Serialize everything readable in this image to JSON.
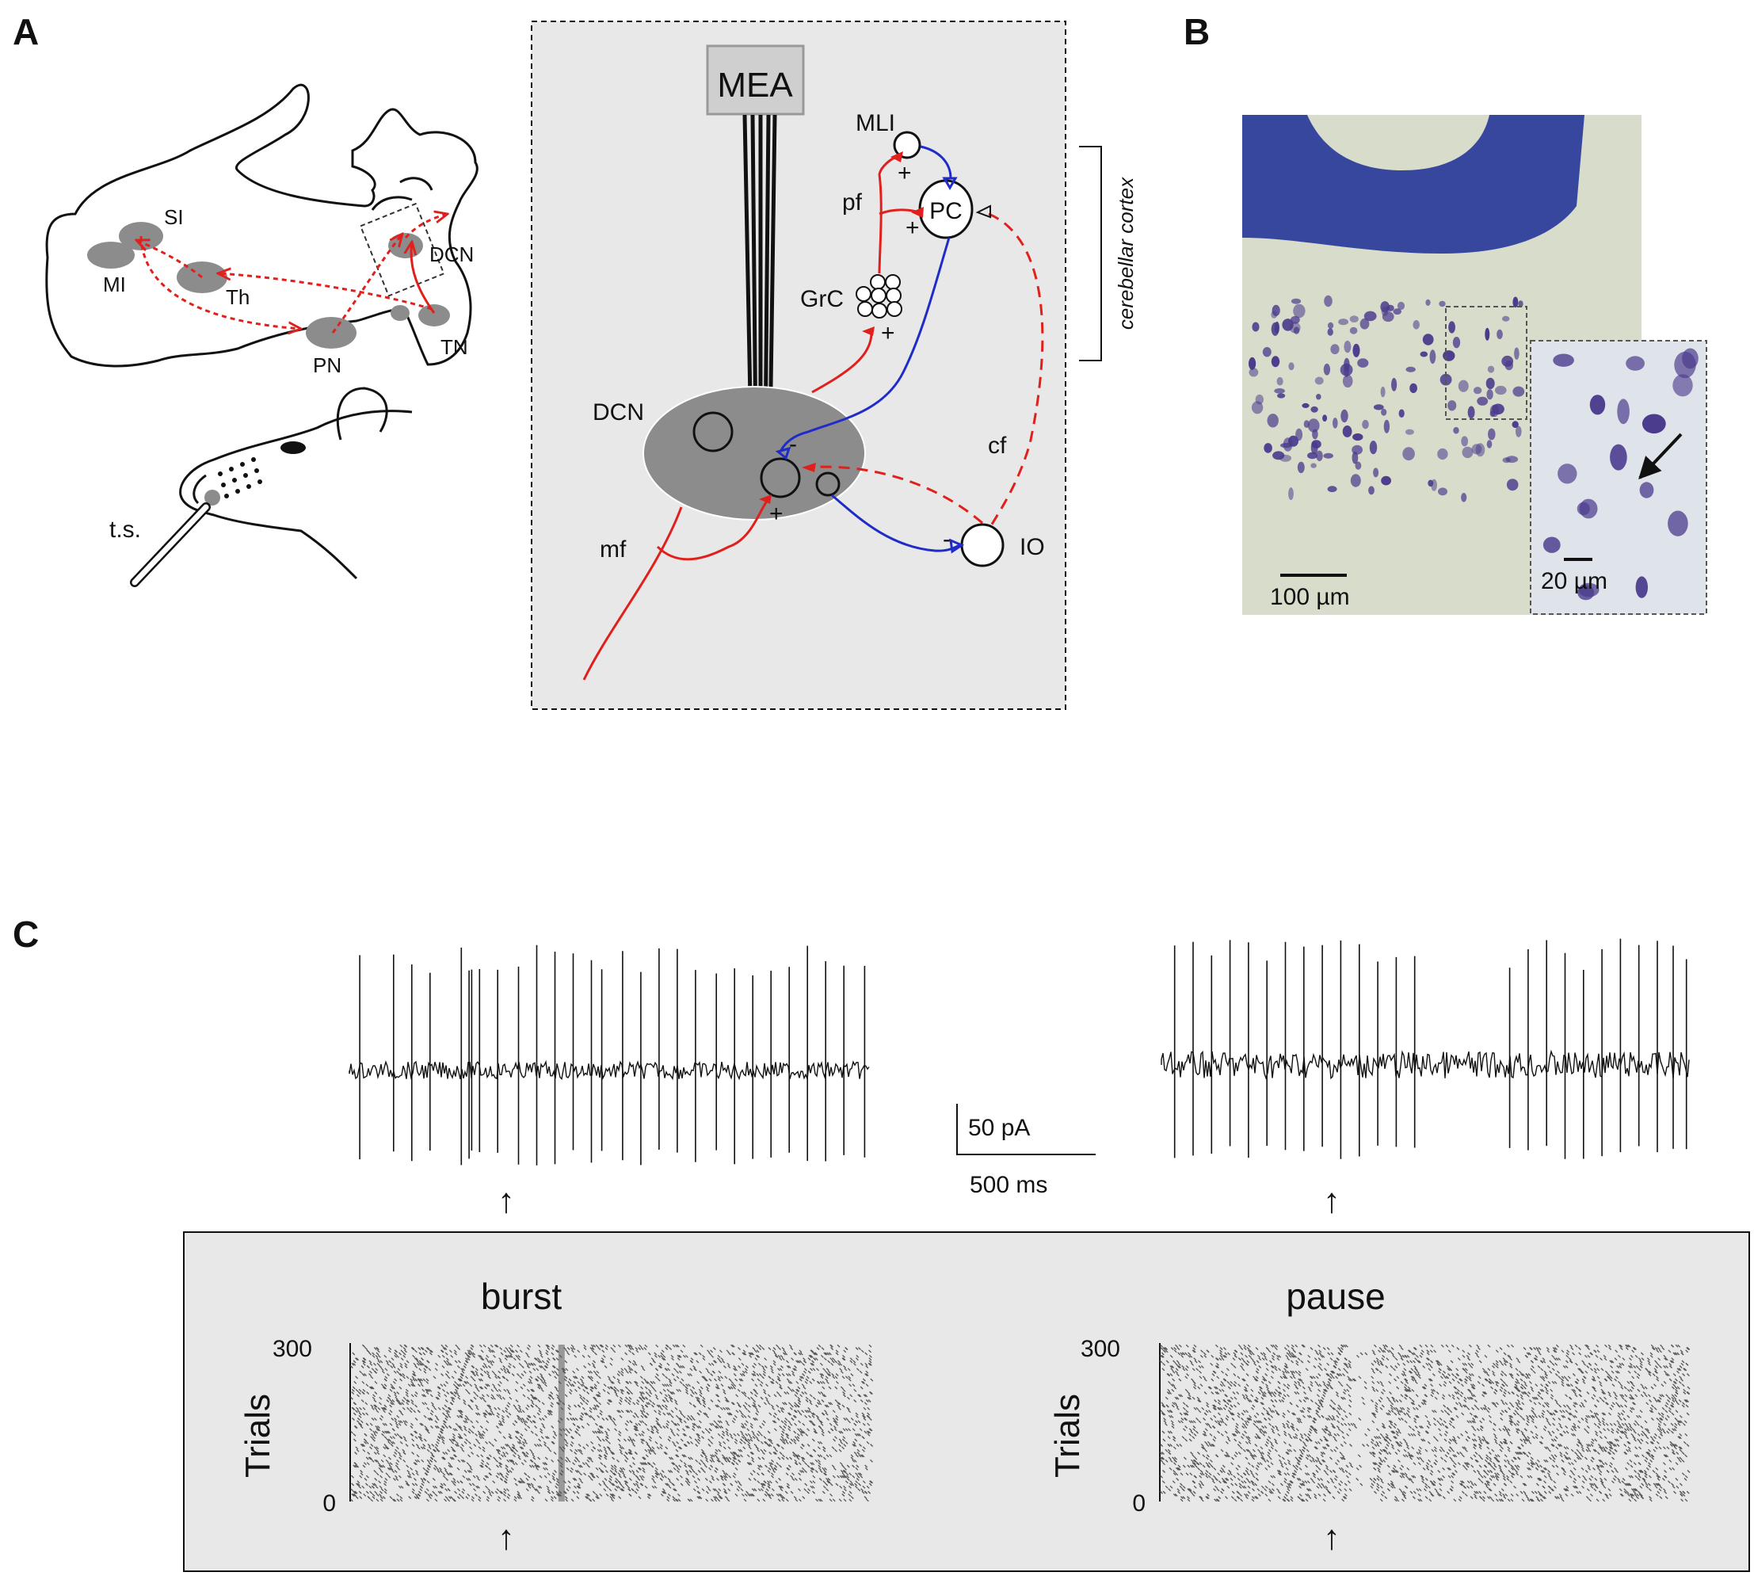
{
  "panels": {
    "A": "A",
    "B": "B",
    "C": "C"
  },
  "brain": {
    "regions": {
      "si": "SI",
      "mi": "MI",
      "th": "Th",
      "pn": "PN",
      "dcn": "DCN",
      "tn": "TN"
    },
    "stimulus": "t.s."
  },
  "circuit": {
    "mea": "MEA",
    "mli": "MLI",
    "pc": "PC",
    "pf": "pf",
    "grc": "GrC",
    "dcn": "DCN",
    "cf": "cf",
    "mf": "mf",
    "io": "IO",
    "cortex_label": "cerebellar cortex",
    "plus": "+",
    "minus": "-"
  },
  "histology": {
    "scale_main": "100 µm",
    "scale_inset": "20 µm"
  },
  "recordings": {
    "scale_y": "50 pA",
    "scale_x": "500 ms",
    "left_spike_times": [
      0.04,
      0.17,
      0.24,
      0.31,
      0.43,
      0.46,
      0.47,
      0.5,
      0.57,
      0.65,
      0.72,
      0.79,
      0.86,
      0.93,
      0.97,
      1.05,
      1.12,
      1.19,
      1.26,
      1.33,
      1.41,
      1.48,
      1.55,
      1.62,
      1.69,
      1.76,
      1.83,
      1.9,
      1.98
    ],
    "right_spike_times": [
      0.05,
      0.12,
      0.19,
      0.26,
      0.33,
      0.4,
      0.47,
      0.54,
      0.61,
      0.68,
      0.75,
      0.82,
      0.89,
      0.96,
      1.32,
      1.39,
      1.46,
      1.53,
      1.6,
      1.67,
      1.74,
      1.81,
      1.88,
      1.94,
      1.99
    ]
  },
  "rasters": {
    "burst_title": "burst",
    "pause_title": "pause",
    "y_label": "Trials",
    "y_max": "300",
    "y_min": "0"
  }
}
